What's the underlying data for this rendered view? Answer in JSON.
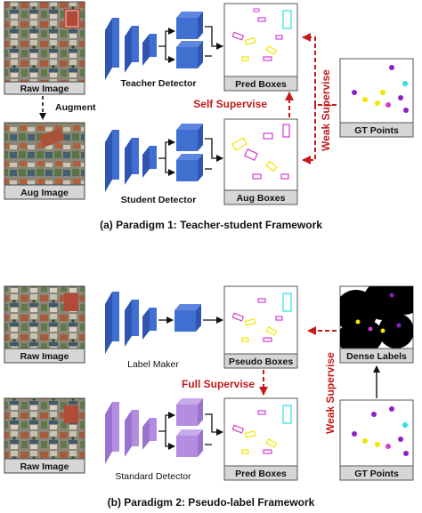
{
  "paradigm1": {
    "caption": "(a) Paradigm 1: Teacher-student Framework",
    "raw_image_label": "Raw Image",
    "aug_image_label": "Aug Image",
    "augment_label": "Augment",
    "teacher_label": "Teacher Detector",
    "student_label": "Student Detector",
    "pred_boxes_label": "Pred Boxes",
    "aug_boxes_label": "Aug Boxes",
    "gt_points_label": "GT Points",
    "self_supervise": "Self Supervise",
    "weak_supervise": "Weak Supervise"
  },
  "paradigm2": {
    "caption": "(b) Paradigm 2: Pseudo-label Framework",
    "raw_image_label_top": "Raw Image",
    "raw_image_label_bottom": "Raw Image",
    "label_maker": "Label Maker",
    "standard_detector": "Standard Detector",
    "pseudo_boxes_label": "Pseudo Boxes",
    "pred_boxes_label": "Pred Boxes",
    "dense_labels": "Dense Labels",
    "gt_points_label": "GT Points",
    "full_supervise": "Full Supervise",
    "weak_supervise": "Weak Supervise"
  },
  "colors": {
    "teacher_blue": "#3f6fd1",
    "student_purple": "#b38ee0",
    "arrow_red": "#c41a1a",
    "box_magenta": "#d23cd2",
    "box_yellow": "#f0e600",
    "box_cyan": "#2ee0e0",
    "point_purple": "#8e1fc9"
  }
}
